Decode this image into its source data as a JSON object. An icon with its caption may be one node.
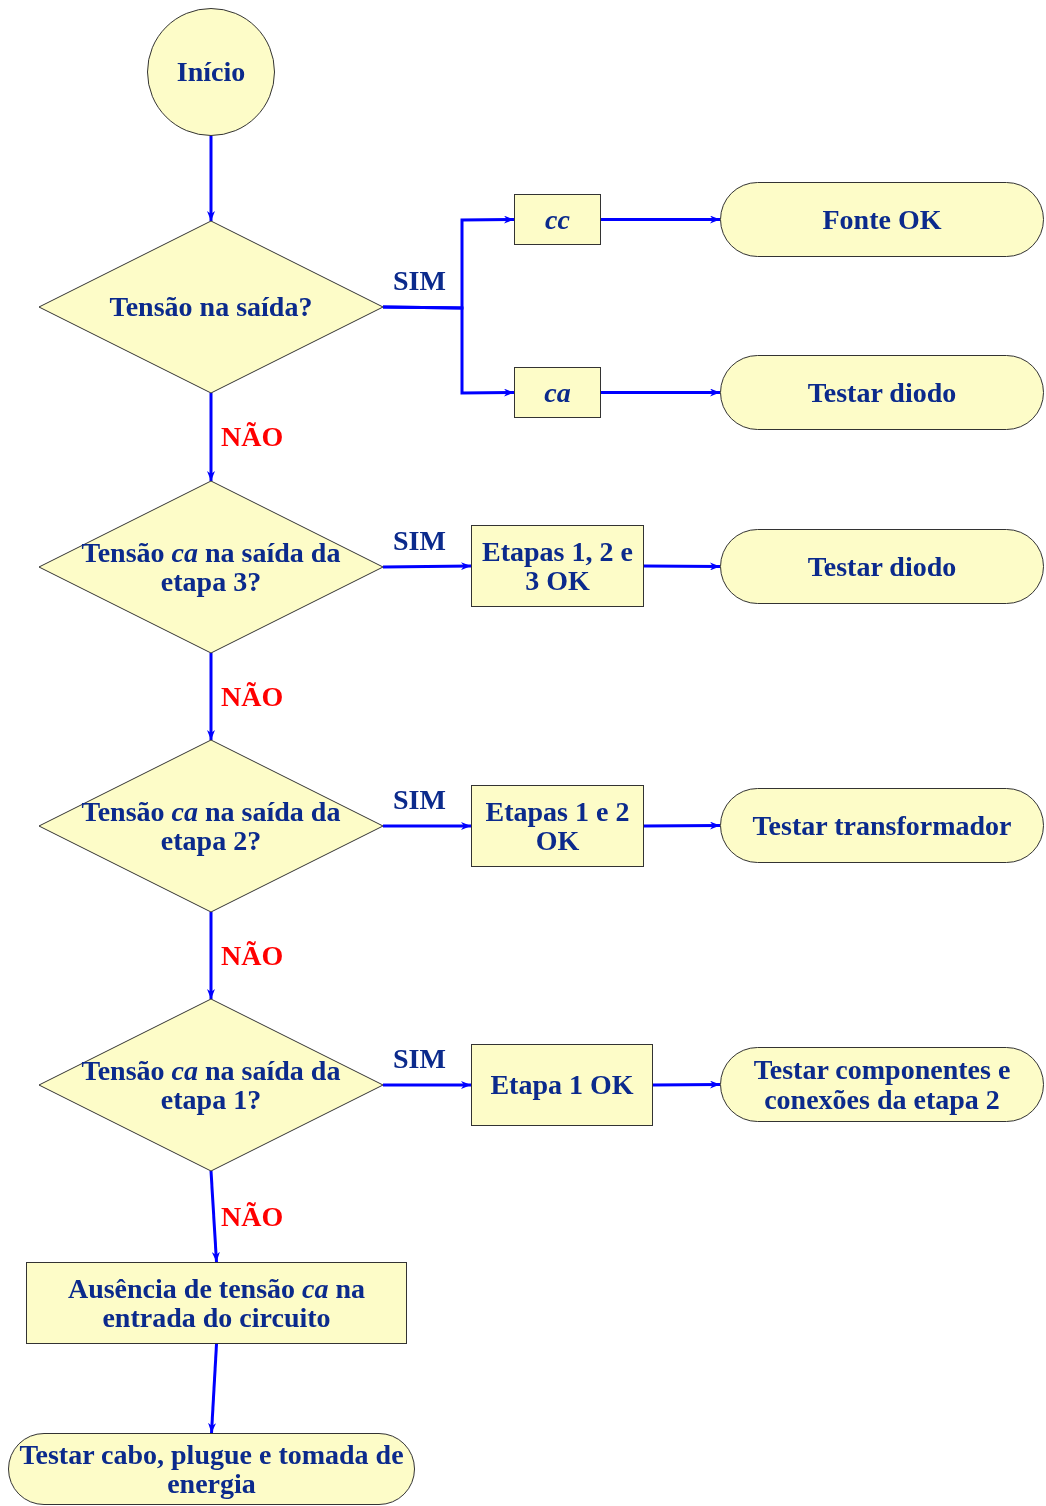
{
  "diagram": {
    "nodes": [
      {
        "text": [
          "Início"
        ]
      },
      {
        "text": [
          "Tensão na saída?"
        ]
      },
      {
        "text": [
          "cc"
        ]
      },
      {
        "text": [
          "Fonte OK"
        ]
      },
      {
        "text": [
          "ca"
        ]
      },
      {
        "text": [
          "Testar diodo"
        ]
      },
      {
        "text": [
          "Tensão *ca* na saída da etapa 3?"
        ]
      },
      {
        "text": [
          "Etapas 1, 2 e 3 OK"
        ]
      },
      {
        "text": [
          "Testar diodo"
        ]
      },
      {
        "text": [
          "Tensão *ca* na saída da etapa 2?"
        ]
      },
      {
        "text": [
          "Etapas 1 e 2 OK"
        ]
      },
      {
        "text": [
          "Testar transformador"
        ]
      },
      {
        "text": [
          "Tensão *ca* na saída da etapa 1?"
        ]
      },
      {
        "text": [
          "Etapa 1 OK"
        ]
      },
      {
        "text": [
          "Testar componentes e conexões da etapa 2"
        ]
      },
      {
        "text": [
          "Ausência de tensão *ca* na entrada do circuito"
        ]
      },
      {
        "text": [
          "Testar cabo, plugue e tomada de energia"
        ]
      }
    ],
    "edges": [
      {
        "from": 0,
        "to": 1,
        "arrow": "to"
      },
      {
        "from": 1,
        "to": 2,
        "arrow": "to",
        "label": "SIM"
      },
      {
        "from": 1,
        "to": 4,
        "arrow": "to"
      },
      {
        "from": 2,
        "to": 3,
        "arrow": "to"
      },
      {
        "from": 4,
        "to": 5,
        "arrow": "to"
      },
      {
        "from": 1,
        "to": 6,
        "arrow": "to",
        "label": "NÃO"
      },
      {
        "from": 6,
        "to": 7,
        "arrow": "to",
        "label": "SIM"
      },
      {
        "from": 7,
        "to": 8,
        "arrow": "to"
      },
      {
        "from": 6,
        "to": 9,
        "arrow": "to",
        "label": "NÃO"
      },
      {
        "from": 9,
        "to": 10,
        "arrow": "to",
        "label": "SIM"
      },
      {
        "from": 10,
        "to": 11,
        "arrow": "to"
      },
      {
        "from": 9,
        "to": 12,
        "arrow": "to",
        "label": "NÃO"
      },
      {
        "from": 12,
        "to": 13,
        "arrow": "to",
        "label": "SIM"
      },
      {
        "from": 13,
        "to": 14,
        "arrow": "to"
      },
      {
        "from": 12,
        "to": 15,
        "arrow": "to",
        "label": "NÃO"
      },
      {
        "from": 15,
        "to": 16,
        "arrow": "to"
      }
    ]
  }
}
